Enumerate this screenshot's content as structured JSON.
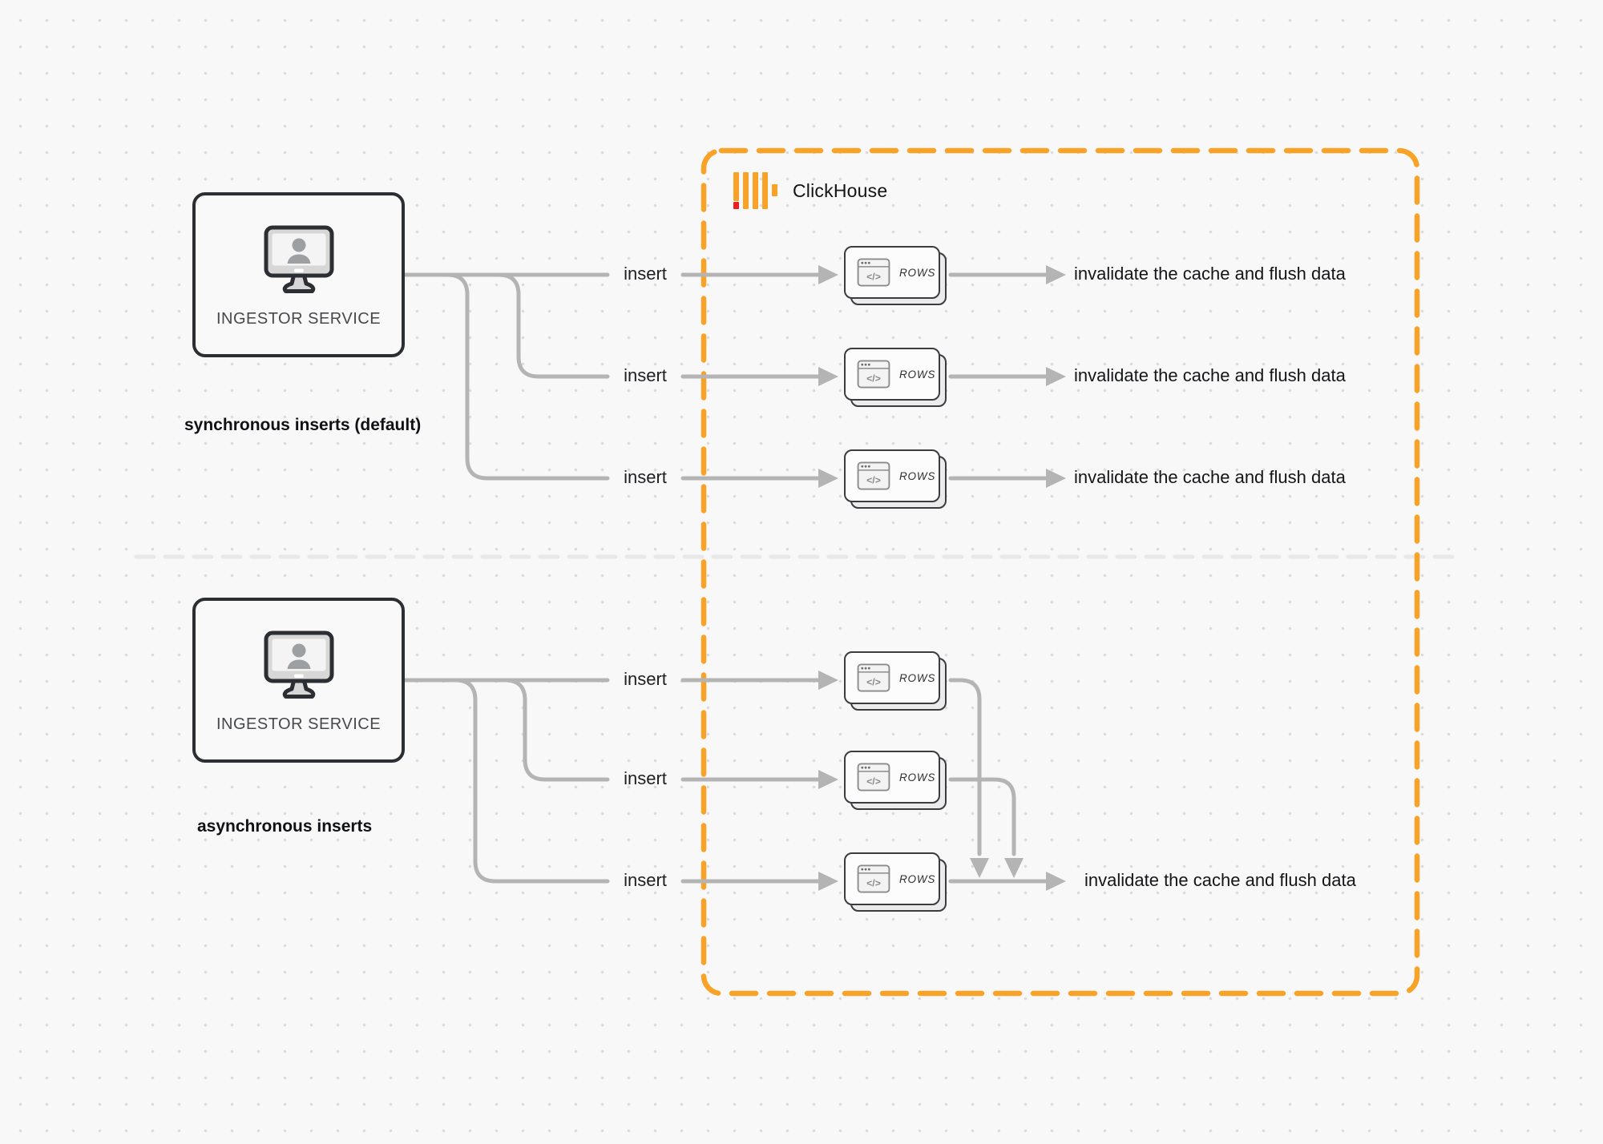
{
  "page": {
    "background": "#F8F8F9"
  },
  "colors": {
    "accent_orange": "#F8A227",
    "logo_red": "#EC1D25",
    "connector_gray": "#B4B4B4",
    "box_border_dark": "#2B2E33",
    "divider_gray": "#E8E8E8"
  },
  "clickhouse": {
    "label": "ClickHouse"
  },
  "glyphs": {
    "code": "</>"
  },
  "sync_section": {
    "caption": "synchronous inserts (default)",
    "service_label": "INGESTOR SERVICE",
    "rows": [
      {
        "insert_label": "insert",
        "box_label": "ROWS",
        "result_label": "invalidate the cache and flush data"
      },
      {
        "insert_label": "insert",
        "box_label": "ROWS",
        "result_label": "invalidate the cache and flush data"
      },
      {
        "insert_label": "insert",
        "box_label": "ROWS",
        "result_label": "invalidate the cache and flush data"
      }
    ]
  },
  "async_section": {
    "caption": "asynchronous inserts",
    "service_label": "INGESTOR SERVICE",
    "rows": [
      {
        "insert_label": "insert",
        "box_label": "ROWS"
      },
      {
        "insert_label": "insert",
        "box_label": "ROWS"
      },
      {
        "insert_label": "insert",
        "box_label": "ROWS"
      }
    ],
    "result_label": "invalidate the cache and flush data"
  }
}
